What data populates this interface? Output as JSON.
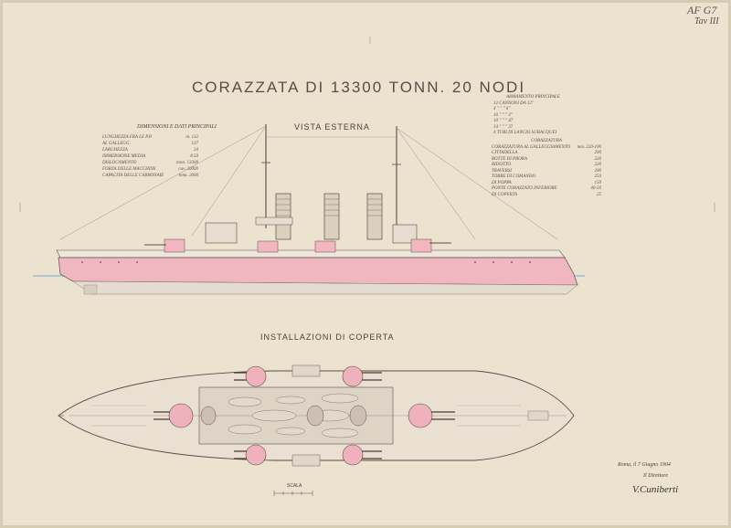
{
  "header": {
    "ref_code": "AF G7",
    "table_num": "Tav III",
    "title": "CORAZZATA DI 13300 TONN. 20 NODI"
  },
  "views": {
    "external": "VISTA ESTERNA",
    "deck": "INSTALLAZIONI DI COPERTA"
  },
  "dimensions": {
    "heading": "DIMENSIONI E DATI PRINCIPALI",
    "rows": [
      {
        "label": "LUNGHEZZA FRA LE P.P.",
        "value": "m. 132"
      },
      {
        "label": "AL GALLEGG.",
        "value": "137"
      },
      {
        "label": "LARGHEZZA",
        "value": "24"
      },
      {
        "label": "IMMERSIONE MEDIA",
        "value": "8.50"
      },
      {
        "label": "DISLOCAMENTO",
        "value": "tonn. 13300"
      },
      {
        "label": "FORZA DELLE MACCHINE",
        "value": "cav. 20000"
      },
      {
        "label": "CAPACITA DELLE CARBONAIE",
        "value": "tonn. 2000"
      }
    ]
  },
  "armament": {
    "heading": "ARMAMENTO PRINCIPALE",
    "rows": [
      "12 CANNONI DA 12\"",
      "4   \"   \"   \"   6\"",
      "16  \"   \"   \"   3\"",
      "10  \"   \"   \"   47",
      "14  \"   \"   \"   37",
      "4 TUBI DI LANCIO SUBACQUEI"
    ]
  },
  "armor": {
    "heading": "CORAZZATURA",
    "rows": [
      {
        "label": "CORAZZATURA AL GALLEGGIAMENTO",
        "value": "mm. 220-100"
      },
      {
        "label": "CITTADELLA",
        "value": "200"
      },
      {
        "label": "BOTTE DI PRORA",
        "value": "220"
      },
      {
        "label": "RIDOTTO",
        "value": "220"
      },
      {
        "label": "TRAVERSI",
        "value": "200"
      },
      {
        "label": "TORRE DI COMANDO",
        "value": "250"
      },
      {
        "label": "DI POPPA",
        "value": "150"
      },
      {
        "label": "PONTE CORAZZATO INFERIORE",
        "value": "40-50"
      },
      {
        "label": "DI COPERTA",
        "value": "25"
      }
    ]
  },
  "footer": {
    "scale_label": "SCALA",
    "date": "Roma, il 7 Giugno 1904",
    "director": "Il Direttore",
    "signature": "V.Cuniberti"
  }
}
